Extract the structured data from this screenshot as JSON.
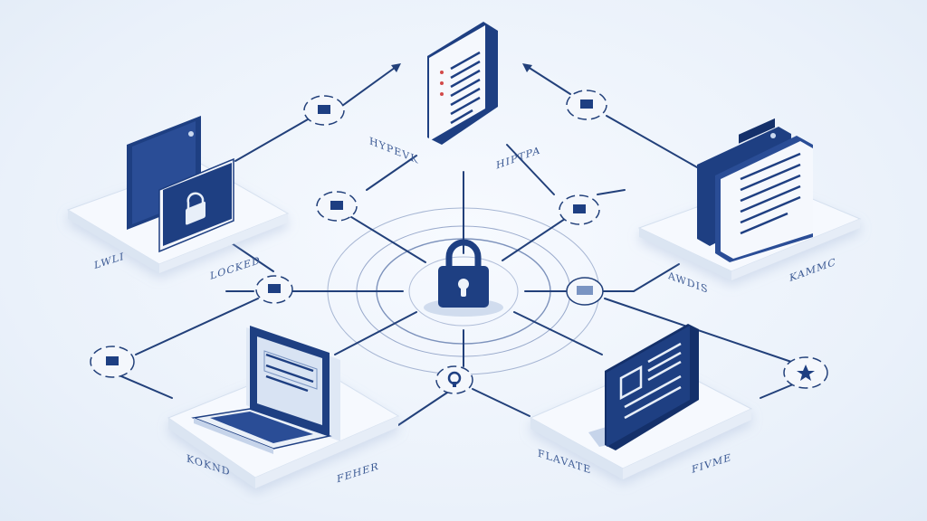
{
  "colors": {
    "background": "#eef3fa",
    "navy": "#1e3f82",
    "navy_dark": "#14306a",
    "line": "#22407a",
    "platform": "#f4f7fc",
    "accent_light": "#c9d8ef"
  },
  "center": {
    "icon": "padlock-icon"
  },
  "nodes": [
    {
      "id": "tablet-lock",
      "icon": "lock-icon"
    },
    {
      "id": "document-top",
      "icon": "document-icon"
    },
    {
      "id": "server-stack",
      "icon": "server-icon"
    },
    {
      "id": "laptop",
      "icon": "laptop-icon"
    },
    {
      "id": "monitor-panel",
      "icon": "image-document-icon"
    }
  ],
  "labels": {
    "left_platform": "LWLI",
    "lock_platform": "LOCKED",
    "doc_left": "HYPEVK",
    "doc_right": "HIPTPA",
    "right_inner": "AWDIS",
    "right_platform": "KAMMC",
    "laptop_left": "KOKND",
    "laptop_right": "FEHER",
    "monitor_left": "FLAVATE",
    "monitor_right": "FIVME"
  }
}
